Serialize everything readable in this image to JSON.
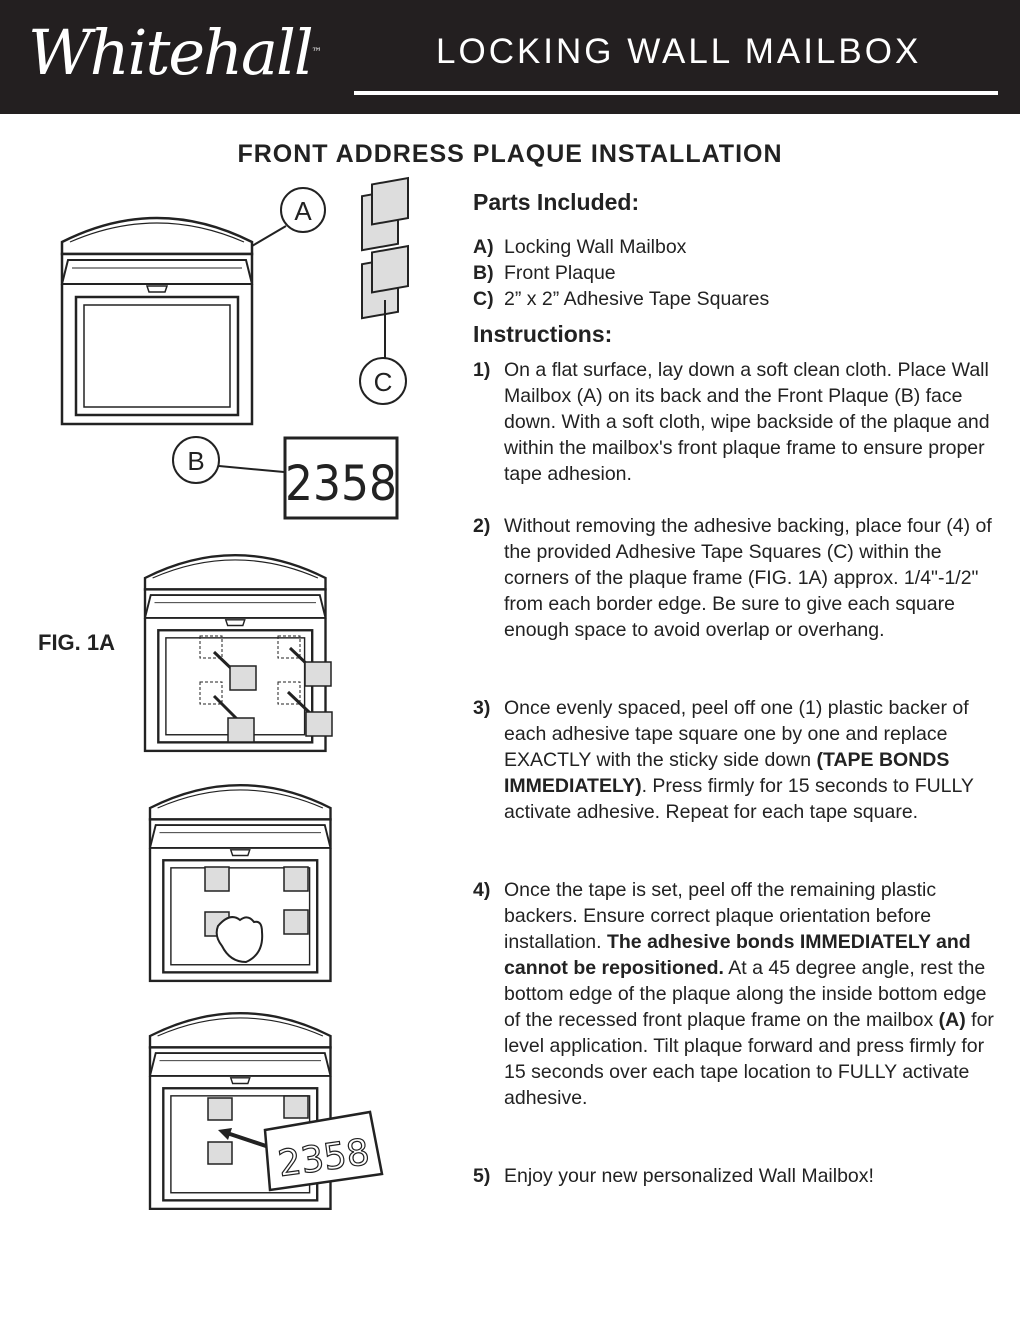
{
  "header": {
    "brand": "Whitehall",
    "tm": "™",
    "title": "LOCKING WALL MAILBOX"
  },
  "section_title": "FRONT ADDRESS PLAQUE INSTALLATION",
  "figures": {
    "callouts": [
      "A",
      "B",
      "C"
    ],
    "plaque_number": "2358",
    "fig_label": "FIG. 1A"
  },
  "parts": {
    "heading": "Parts Included:",
    "items": [
      {
        "key": "A)",
        "label": "Locking Wall Mailbox"
      },
      {
        "key": "B)",
        "label": "Front Plaque"
      },
      {
        "key": "C)",
        "label": "2” x 2” Adhesive Tape Squares"
      }
    ]
  },
  "instructions": {
    "heading": "Instructions:",
    "steps": [
      {
        "num": "1)",
        "text": "On a flat surface, lay down a soft clean cloth. Place Wall Mailbox (A) on its back and the Front Plaque (B) face down. With a soft cloth, wipe backside of the plaque and within the mailbox's front plaque frame to ensure proper tape adhesion."
      },
      {
        "num": "2)",
        "text": "Without removing the adhesive backing, place four (4) of the provided Adhesive Tape Squares (C) within the corners of the plaque frame (FIG. 1A) approx. 1/4\"-1/2\" from each border edge. Be sure to give each square enough space to avoid overlap or overhang."
      },
      {
        "num": "3)",
        "a": "Once evenly spaced, peel off one (1) plastic backer of each adhesive tape square one by one and replace EXACTLY with the sticky side down ",
        "b": "(TAPE BONDS IMMEDIATELY)",
        "c": ". Press firmly for 15 seconds to FULLY activate adhesive. Repeat for each tape square."
      },
      {
        "num": "4)",
        "a": "Once the tape is set, peel off the remaining plastic backers. Ensure correct plaque orientation before installation. ",
        "b": "The adhesive bonds IMMEDIATELY and cannot be repositioned.",
        "c": " At a 45 degree angle, rest the bottom edge of the plaque along the inside bottom edge of the recessed front plaque frame on the mailbox ",
        "d": "(A)",
        "e": " for level application. Tilt plaque forward and press firmly for 15 seconds over each tape location to FULLY activate adhesive."
      },
      {
        "num": "5)",
        "text": "Enjoy your new personalized Wall Mailbox!"
      }
    ]
  }
}
